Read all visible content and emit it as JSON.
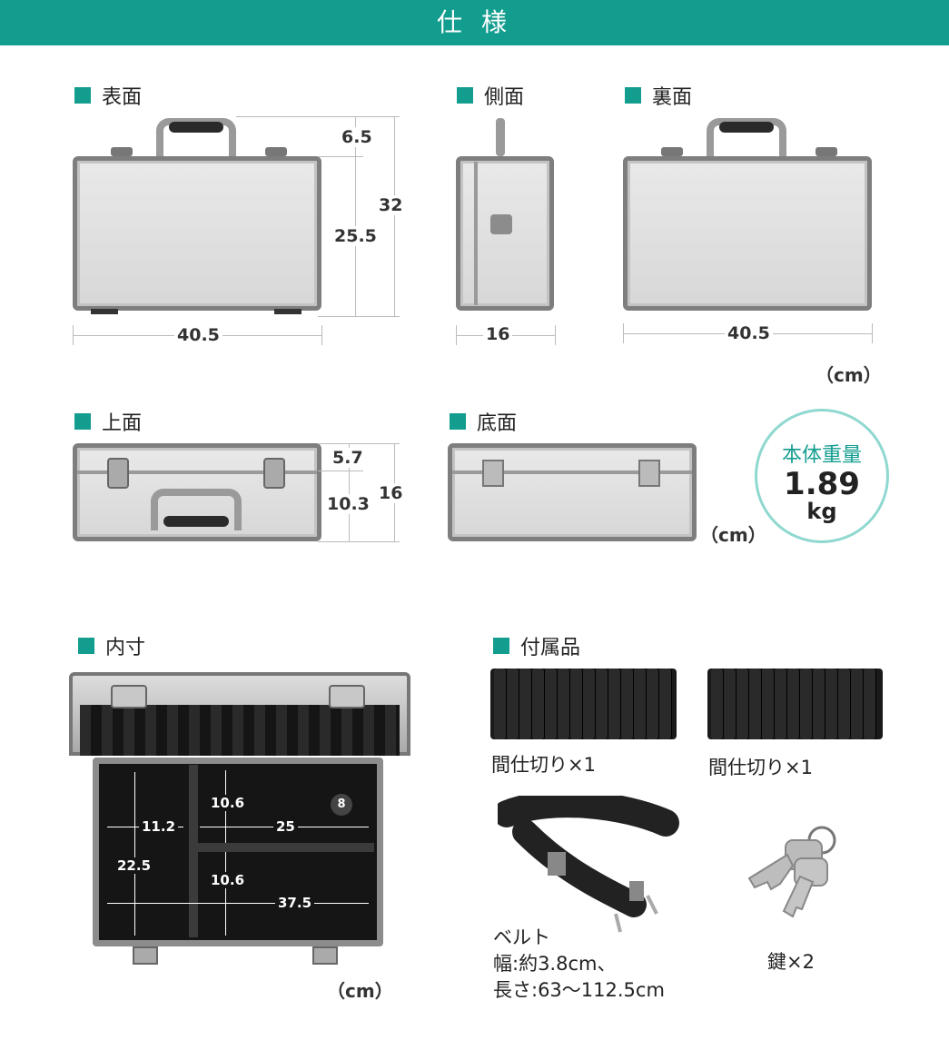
{
  "header": {
    "title": "仕 様"
  },
  "sections": {
    "front": "表面",
    "side": "側面",
    "back": "裏面",
    "top": "上面",
    "bottom": "底面",
    "interior": "内寸",
    "accessories": "付属品"
  },
  "dimensions": {
    "front_width": "40.5",
    "front_handle_height": "6.5",
    "front_body_height": "25.5",
    "front_total_height": "32",
    "side_depth": "16",
    "back_width": "40.5",
    "top_lid": "5.7",
    "top_base": "10.3",
    "top_total": "16"
  },
  "units": {
    "cm": "（cm）"
  },
  "weight": {
    "label": "本体重量",
    "value": "1.89",
    "unit": "kg"
  },
  "interior_dims": {
    "small_w": "11.2",
    "mid_w": "25",
    "corner_r": "8",
    "top_h": "10.6",
    "total_h": "22.5",
    "bottom_h": "10.6",
    "full_w": "37.5"
  },
  "accessories": {
    "divider_1": "間仕切り×1",
    "divider_2": "間仕切り×1",
    "belt_title": "ベルト",
    "belt_width": "幅:約3.8cm、",
    "belt_length": "長さ:63〜112.5cm",
    "key": "鍵×2"
  }
}
